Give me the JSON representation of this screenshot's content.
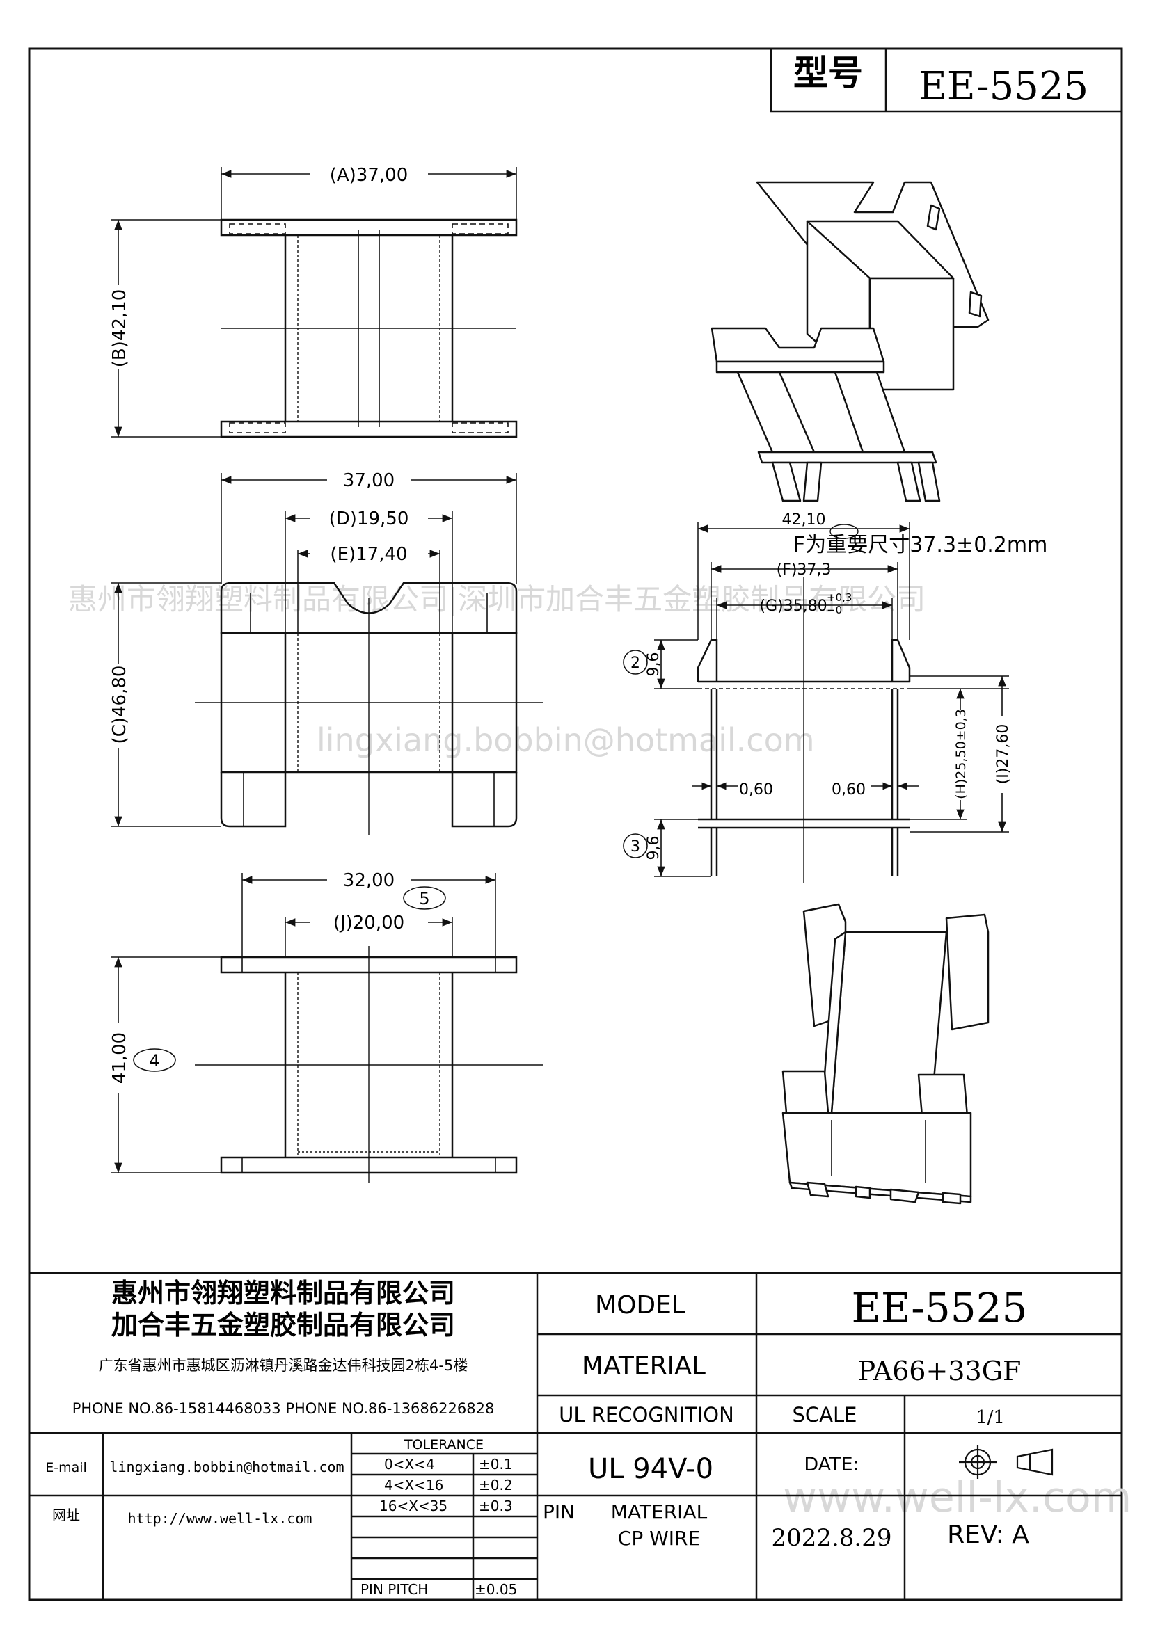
{
  "header": {
    "model_label": "型号",
    "model_value": "EE-5525"
  },
  "dimensions": {
    "A": "(A)37,00",
    "B": "(B)42,10",
    "width_37": "37,00",
    "D": "(D)19,50",
    "E": "(E)17,40",
    "C": "(C)46,80",
    "width_32": "32,00",
    "J": "(J)20,00",
    "height_41": "41,00",
    "w_42": "42,10",
    "F": "(F)37,3",
    "G_base": "(G)35,80",
    "G_tol_upper": "+0,3",
    "G_tol_lower": "−0",
    "H": "(H)25,50±0,3",
    "I": "(I)27,60",
    "pin_left": "0,60",
    "pin_right": "0,60",
    "dim_96_top": "9,6",
    "dim_96_bottom": "9,6"
  },
  "markers": {
    "m2": "2",
    "m3": "3",
    "m4": "4",
    "m5": "5"
  },
  "note_important": "F为重要尺寸37.3±0.2mm",
  "watermarks": {
    "company_line": "惠州市翎翔塑料制品有限公司|深圳市加合丰五金塑胶制品有限公司",
    "email": "lingxiang.bobbin@hotmail.com",
    "site": "www.well-lx.com"
  },
  "title_block": {
    "company1": "惠州市翎翔塑料制品有限公司",
    "company2": "加合丰五金塑胶制品有限公司",
    "address": "广东省惠州市惠城区沥淋镇丹溪路金达伟科技园2栋4-5楼",
    "phones": "PHONE NO.86-15814468033   PHONE NO.86-13686226828",
    "email_label": "E-mail",
    "email_value": "lingxiang.bobbin@hotmail.com",
    "web_label": "网址",
    "web_value": "http://www.well-lx.com",
    "tolerance_title": "TOLERANCE",
    "tolerances": [
      {
        "range": "0<X<4",
        "value": "±0.1"
      },
      {
        "range": "4<X<16",
        "value": "±0.2"
      },
      {
        "range": "16<X<35",
        "value": "±0.3"
      },
      {
        "range": "PIN PITCH",
        "value": "±0.05"
      }
    ],
    "model_label": "MODEL",
    "model_value": "EE-5525",
    "material_label": "MATERIAL",
    "material_value": "PA66+33GF",
    "ul_label": "UL RECOGNITION",
    "ul_value": "UL 94V-0",
    "scale_label": "SCALE",
    "scale_value": "1/1",
    "date_label": "DATE:",
    "date_value": "2022.8.29",
    "pin_label": "PIN",
    "pin_material_label": "MATERIAL",
    "pin_material_value": "CP WIRE",
    "rev_label": "REV: A"
  }
}
